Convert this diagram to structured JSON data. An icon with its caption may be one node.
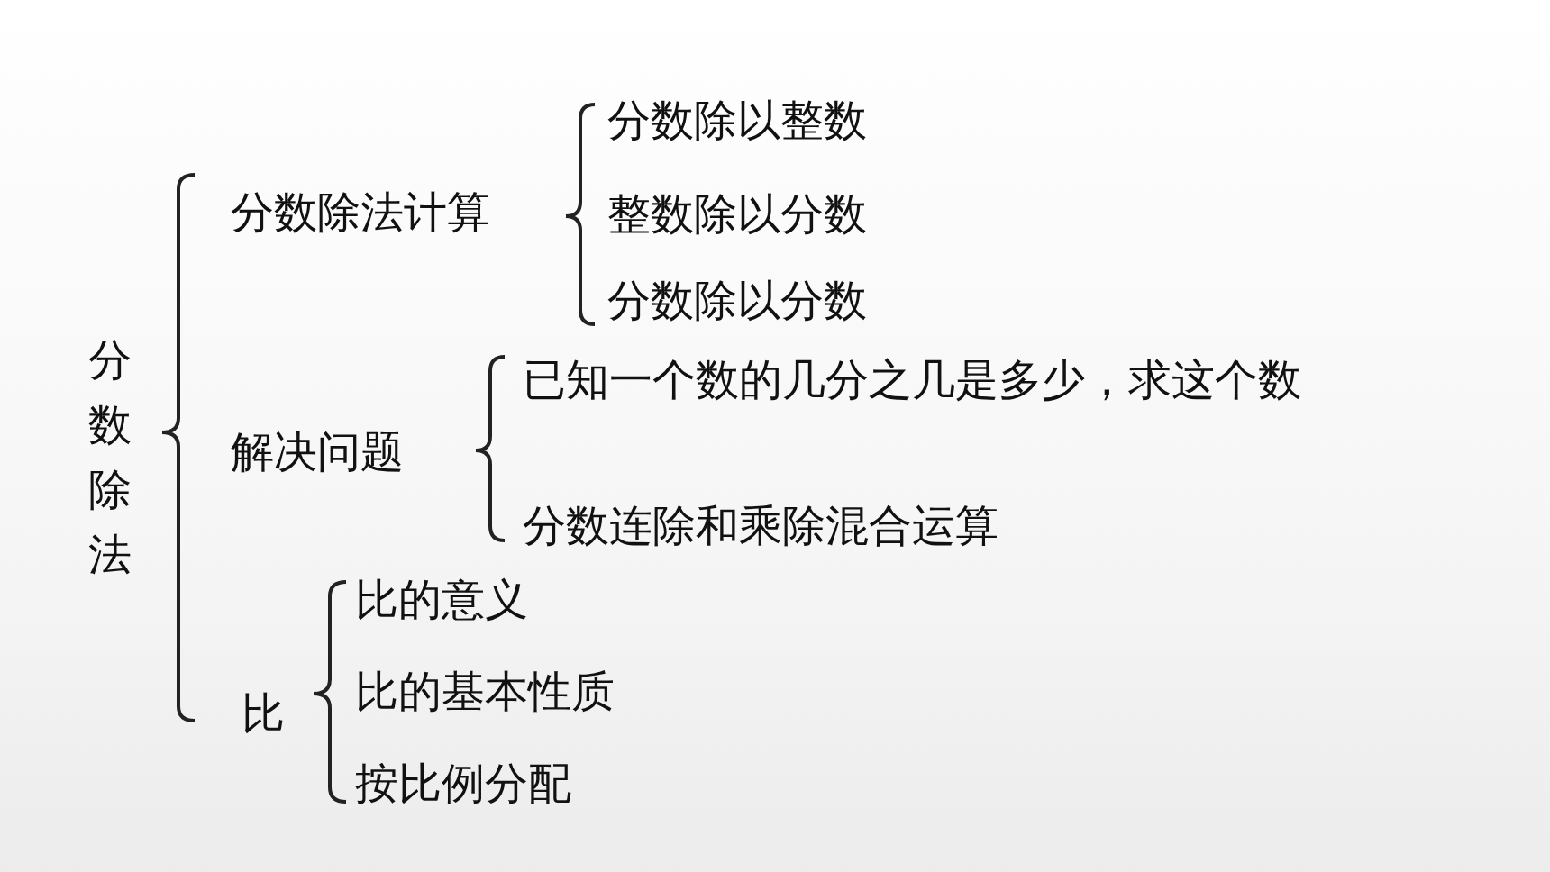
{
  "diagram": {
    "nodes": [
      {
        "text": [
          "分数除法"
        ]
      },
      {
        "text": [
          "分数除法计算"
        ]
      },
      {
        "text": [
          "分数除以整数"
        ]
      },
      {
        "text": [
          "整数除以分数"
        ]
      },
      {
        "text": [
          "分数除以分数"
        ]
      },
      {
        "text": [
          "解决问题"
        ]
      },
      {
        "text": [
          "已知一个数的几分之几是多少，求这个数"
        ]
      },
      {
        "text": [
          "分数连除和乘除混合运算"
        ]
      },
      {
        "text": [
          "比"
        ]
      },
      {
        "text": [
          "比的意义"
        ]
      },
      {
        "text": [
          "比的基本性质"
        ]
      },
      {
        "text": [
          "按比例分配"
        ]
      }
    ]
  }
}
